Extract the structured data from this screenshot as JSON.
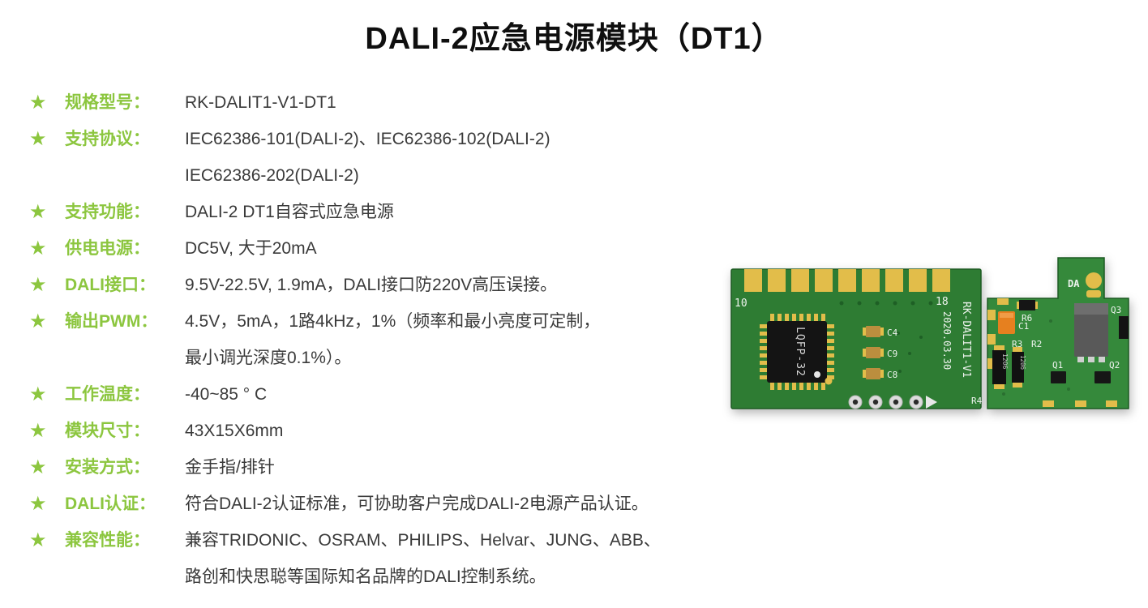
{
  "theme": {
    "accent_green": "#8cc63f",
    "body_text": "#3a3a3a",
    "title_color": "#0f0f0f",
    "pcb_green_main": "#2e7c33",
    "pcb_green_right": "#35893b",
    "pcb_gold": "#e2bd4a"
  },
  "page": {
    "title": "DALI-2应急电源模块（DT1）"
  },
  "specs": {
    "rows": [
      {
        "label": "规格型号：",
        "lines": [
          "RK-DALIT1-V1-DT1"
        ]
      },
      {
        "label": "支持协议：",
        "lines": [
          "IEC62386-101(DALI-2)、IEC62386-102(DALI-2)",
          "IEC62386-202(DALI-2)"
        ]
      },
      {
        "label": "支持功能：",
        "lines": [
          "DALI-2 DT1自容式应急电源"
        ]
      },
      {
        "label": "供电电源：",
        "lines": [
          "DC5V, 大于20mA"
        ]
      },
      {
        "label": "DALI接口：",
        "lines": [
          "9.5V-22.5V, 1.9mA，DALI接口防220V高压误接。"
        ]
      },
      {
        "label": "输出PWM：",
        "lines": [
          "4.5V，5mA，1路4kHz，1%（频率和最小亮度可定制，",
          "最小调光深度0.1%）。"
        ]
      },
      {
        "label": "工作温度：",
        "lines": [
          "-40~85 ° C"
        ]
      },
      {
        "label": "模块尺寸：",
        "lines": [
          "43X15X6mm"
        ]
      },
      {
        "label": "安装方式：",
        "lines": [
          "金手指/排针"
        ]
      },
      {
        "label": "DALI认证：",
        "lines": [
          "符合DALI-2认证标准，可协助客户完成DALI-2电源产品认证。"
        ]
      },
      {
        "label": "兼容性能：",
        "lines": [
          "兼容TRIDONIC、OSRAM、PHILIPS、Helvar、JUNG、ABB、",
          "路创和快思聪等国际知名品牌的DALI控制系统。"
        ]
      }
    ]
  },
  "pcb": {
    "pin_first": "10",
    "pin_last": "18",
    "board_name": "RK-DALIT1-V1",
    "date_code": "2020.03.30",
    "ic_label": "LQFP-32",
    "pad_label": "DA",
    "smd_code": "1206",
    "refs": {
      "c4": "C4",
      "c9": "C9",
      "c8": "C8",
      "c1": "C1",
      "r6": "R6",
      "r3": "R3",
      "r2": "R2",
      "r4": "R4",
      "q1": "Q1",
      "q2": "Q2",
      "q3": "Q3"
    }
  }
}
